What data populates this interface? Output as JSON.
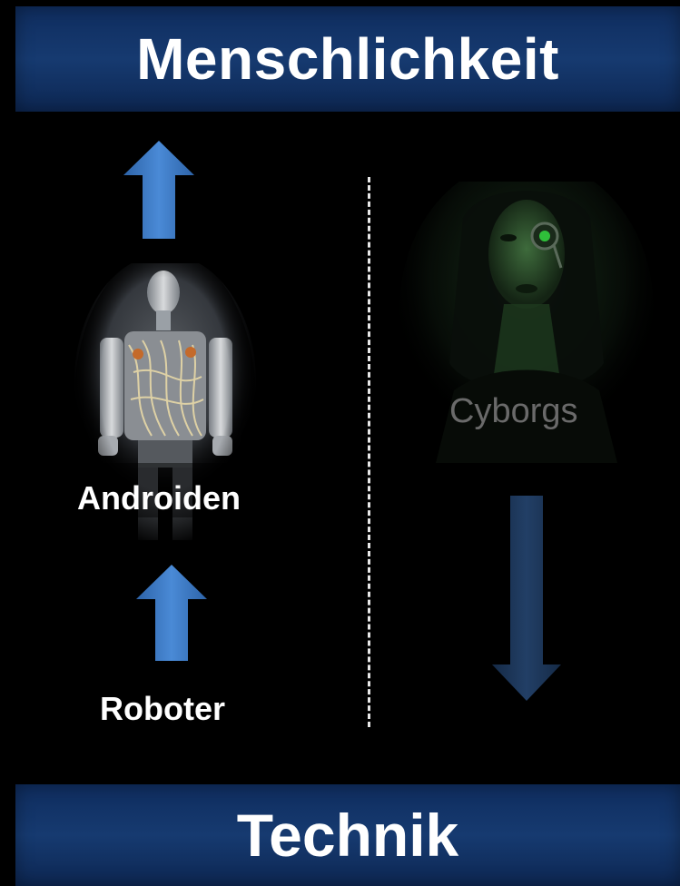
{
  "title_top": "Menschlichkeit",
  "title_bottom": "Technik",
  "labels": {
    "androiden": "Androiden",
    "roboter": "Roboter",
    "cyborgs": "Cyborgs"
  },
  "images": {
    "android": "android-robot-photo",
    "cyborg": "cyborg-woman-portrait"
  },
  "colors": {
    "banner": "#163a70",
    "arrow_up": "#3a78c4",
    "arrow_down": "#1b3354",
    "background": "#000000"
  }
}
